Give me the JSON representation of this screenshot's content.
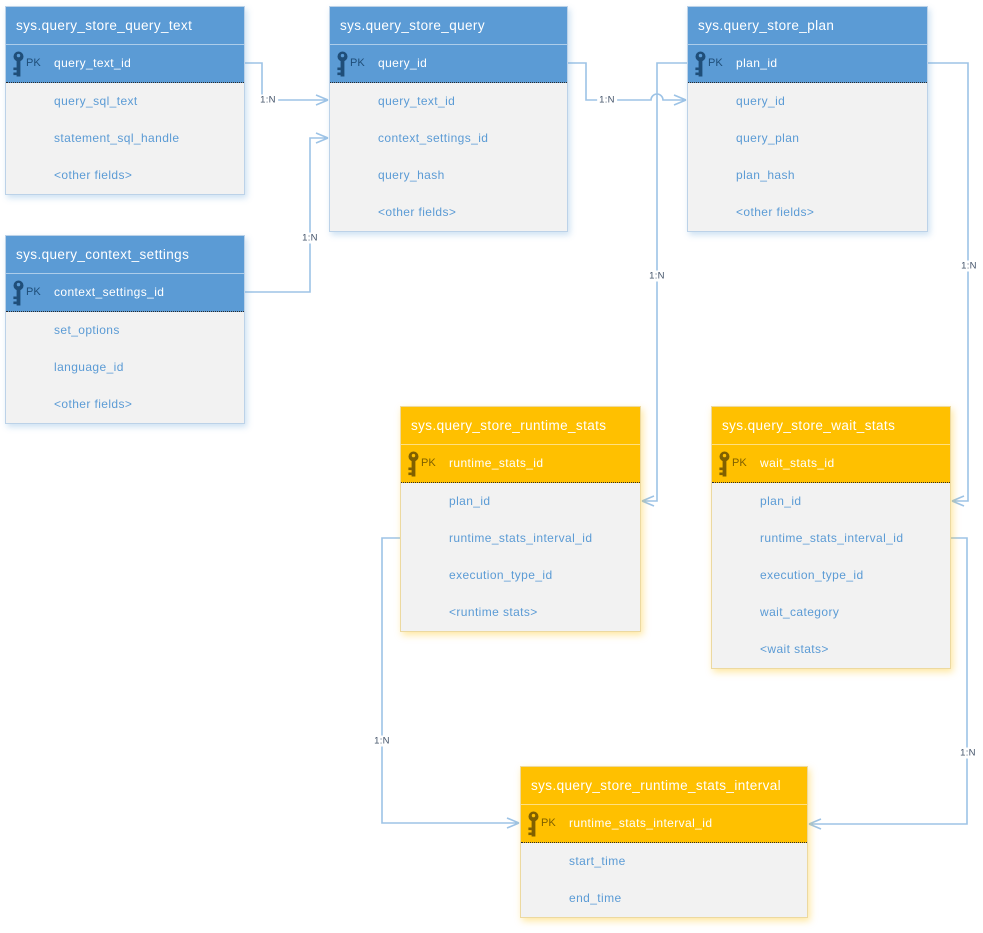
{
  "tables": [
    {
      "id": "query_store_query_text",
      "title": "sys.query_store_query_text",
      "theme": "blue",
      "pk": {
        "label": "PK",
        "name": "query_text_id"
      },
      "fields": [
        "query_sql_text",
        "statement_sql_handle",
        "<other fields>"
      ]
    },
    {
      "id": "query_store_query",
      "title": "sys.query_store_query",
      "theme": "blue",
      "pk": {
        "label": "PK",
        "name": "query_id"
      },
      "fields": [
        "query_text_id",
        "context_settings_id",
        "query_hash",
        "<other fields>"
      ]
    },
    {
      "id": "query_store_plan",
      "title": "sys.query_store_plan",
      "theme": "blue",
      "pk": {
        "label": "PK",
        "name": "plan_id"
      },
      "fields": [
        "query_id",
        "query_plan",
        "plan_hash",
        "<other fields>"
      ]
    },
    {
      "id": "query_context_settings",
      "title": "sys.query_context_settings",
      "theme": "blue",
      "pk": {
        "label": "PK",
        "name": "context_settings_id"
      },
      "fields": [
        "set_options",
        "language_id",
        "<other fields>"
      ]
    },
    {
      "id": "query_store_runtime_stats",
      "title": "sys.query_store_runtime_stats",
      "theme": "orange",
      "pk": {
        "label": "PK",
        "name": "runtime_stats_id"
      },
      "fields": [
        "plan_id",
        "runtime_stats_interval_id",
        "execution_type_id",
        "<runtime stats>"
      ]
    },
    {
      "id": "query_store_wait_stats",
      "title": "sys.query_store_wait_stats",
      "theme": "orange",
      "pk": {
        "label": "PK",
        "name": "wait_stats_id"
      },
      "fields": [
        "plan_id",
        "runtime_stats_interval_id",
        "execution_type_id",
        "wait_category",
        "<wait stats>"
      ]
    },
    {
      "id": "query_store_runtime_stats_interval",
      "title": "sys.query_store_runtime_stats_interval",
      "theme": "orange",
      "pk": {
        "label": "PK",
        "name": "runtime_stats_interval_id"
      },
      "fields": [
        "start_time",
        "end_time"
      ]
    }
  ],
  "connections": [
    {
      "label": "1:N",
      "from": "query_store_query_text.query_text_id",
      "to": "query_store_query.query_text_id"
    },
    {
      "label": "1:N",
      "from": "query_context_settings.context_settings_id",
      "to": "query_store_query.context_settings_id"
    },
    {
      "label": "1:N",
      "from": "query_store_query.query_id",
      "to": "query_store_plan.query_id"
    },
    {
      "label": "1:N",
      "from": "query_store_plan.plan_id",
      "to": "query_store_runtime_stats.plan_id"
    },
    {
      "label": "1:N",
      "from": "query_store_plan.plan_id",
      "to": "query_store_wait_stats.plan_id"
    },
    {
      "label": "1:N",
      "from": "query_store_runtime_stats.runtime_stats_interval_id",
      "to": "query_store_runtime_stats_interval.runtime_stats_interval_id"
    },
    {
      "label": "1:N",
      "from": "query_store_wait_stats.runtime_stats_interval_id",
      "to": "query_store_runtime_stats_interval.runtime_stats_interval_id"
    }
  ],
  "colors": {
    "blue_header": "#5B9BD5",
    "orange_header": "#FFC000",
    "body_background": "#F2F2F2",
    "field_text": "#5B9BD5",
    "connector_line": "#9DC3E6",
    "cardinality_text": "#44546A",
    "pk_icon_blue": "#1F4E79",
    "pk_icon_orange": "#7F6000"
  }
}
